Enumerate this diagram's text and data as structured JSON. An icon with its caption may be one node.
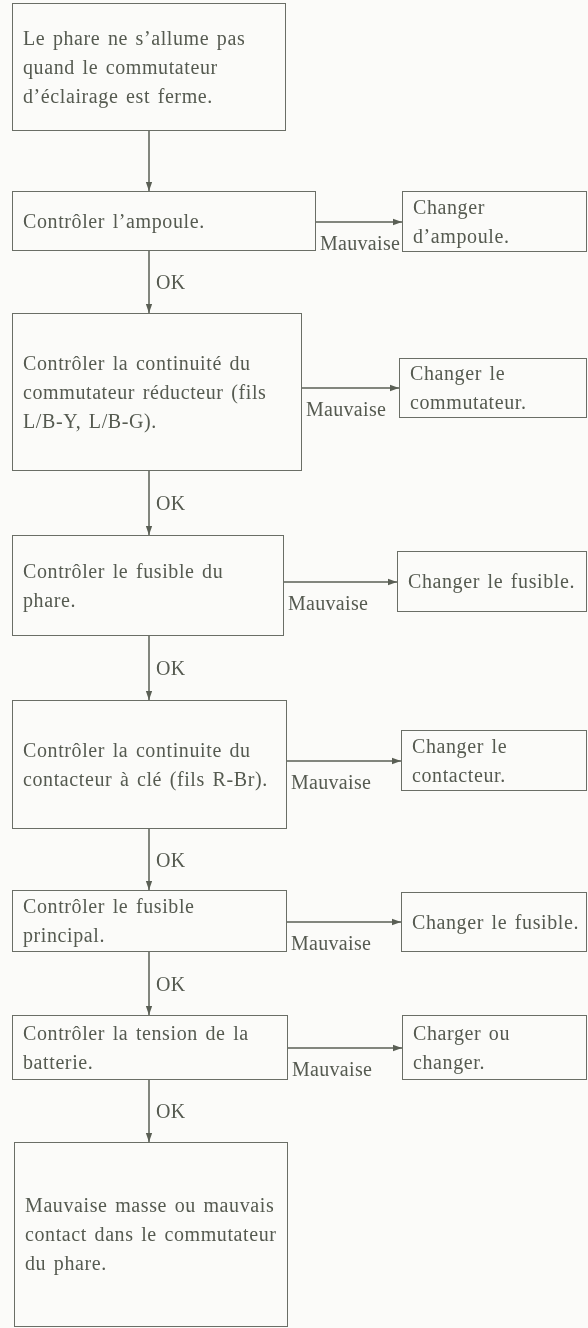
{
  "diagram": {
    "nodes": [
      {
        "text": [
          "Le phare ne s’allume pas quand le commutateur d’éclairage est ferme."
        ]
      },
      {
        "text": [
          "Contrôler l’ampoule."
        ]
      },
      {
        "text": [
          "Changer d’ampoule."
        ]
      },
      {
        "text": [
          "Contrôler la continuité du commutateur réducteur (fils L/B-Y, L/B-G)."
        ]
      },
      {
        "text": [
          "Changer le commutateur."
        ]
      },
      {
        "text": [
          "Contrôler le fusible du phare."
        ]
      },
      {
        "text": [
          "Changer le fusible."
        ]
      },
      {
        "text": [
          "Contrôler la continuite du contacteur à clé (fils R-Br)."
        ]
      },
      {
        "text": [
          "Changer le contacteur."
        ]
      },
      {
        "text": [
          "Contrôler le fusible principal."
        ]
      },
      {
        "text": [
          "Changer le fusible."
        ]
      },
      {
        "text": [
          "Contrôler la tension de la batterie."
        ]
      },
      {
        "text": [
          "Charger ou changer."
        ]
      },
      {
        "text": [
          "Mauvaise masse ou mauvais contact dans le commutateur du phare."
        ]
      }
    ],
    "edges": [
      {
        "from": 0,
        "to": 1,
        "arrow": "to"
      },
      {
        "from": 1,
        "to": 2,
        "arrow": "to",
        "label": "Mauvaise"
      },
      {
        "from": 1,
        "to": 3,
        "arrow": "to",
        "label": "OK"
      },
      {
        "from": 3,
        "to": 4,
        "arrow": "to",
        "label": "Mauvaise"
      },
      {
        "from": 3,
        "to": 5,
        "arrow": "to",
        "label": "OK"
      },
      {
        "from": 5,
        "to": 6,
        "arrow": "to",
        "label": "Mauvaise"
      },
      {
        "from": 5,
        "to": 7,
        "arrow": "to",
        "label": "OK"
      },
      {
        "from": 7,
        "to": 8,
        "arrow": "to",
        "label": "Mauvaise"
      },
      {
        "from": 7,
        "to": 9,
        "arrow": "to",
        "label": "OK"
      },
      {
        "from": 9,
        "to": 10,
        "arrow": "to",
        "label": "Mauvaise"
      },
      {
        "from": 9,
        "to": 11,
        "arrow": "to",
        "label": "OK"
      },
      {
        "from": 11,
        "to": 12,
        "arrow": "to",
        "label": "Mauvaise"
      },
      {
        "from": 11,
        "to": 13,
        "arrow": "to",
        "label": "OK"
      }
    ]
  }
}
